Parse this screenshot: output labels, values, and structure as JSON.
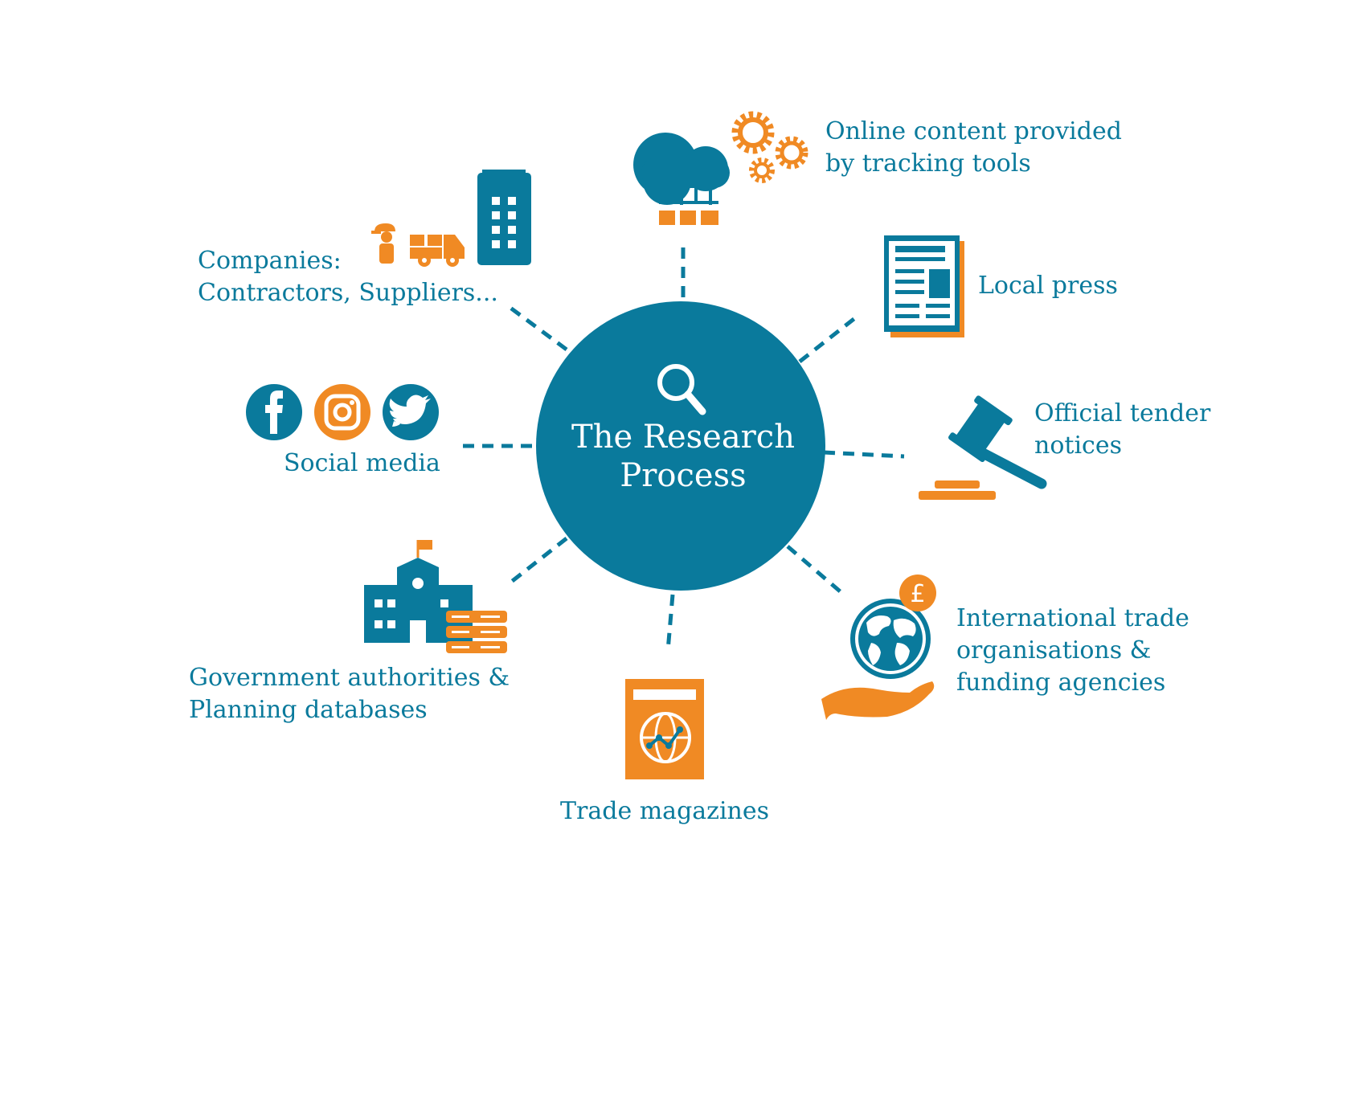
{
  "colors": {
    "teal": "#0a7a9c",
    "orange": "#f08a24",
    "white": "#ffffff"
  },
  "center": {
    "line1": "The Research",
    "line2": "Process",
    "icon": "magnifier-icon"
  },
  "nodes": {
    "online": {
      "line1": "Online content provided",
      "line2": "by tracking tools",
      "icon": "cloud-gears-icon"
    },
    "press": {
      "line1": "Local press",
      "icon": "newspaper-icon"
    },
    "tender": {
      "line1": "Official tender",
      "line2": "notices",
      "icon": "gavel-icon"
    },
    "intl": {
      "line1": "International trade",
      "line2": "organisations &",
      "line3": "funding agencies",
      "icon": "globe-hand-icon",
      "badge": "£"
    },
    "magazines": {
      "line1": "Trade magazines",
      "icon": "magazine-icon"
    },
    "government": {
      "line1": "Government authorities &",
      "line2": "Planning databases",
      "icon": "government-building-icon"
    },
    "social": {
      "line1": "Social media",
      "icons": [
        "facebook-icon",
        "instagram-icon",
        "twitter-icon"
      ]
    },
    "companies": {
      "line1": "Companies:",
      "line2": "Contractors, Suppliers...",
      "icon": "companies-icon"
    }
  }
}
